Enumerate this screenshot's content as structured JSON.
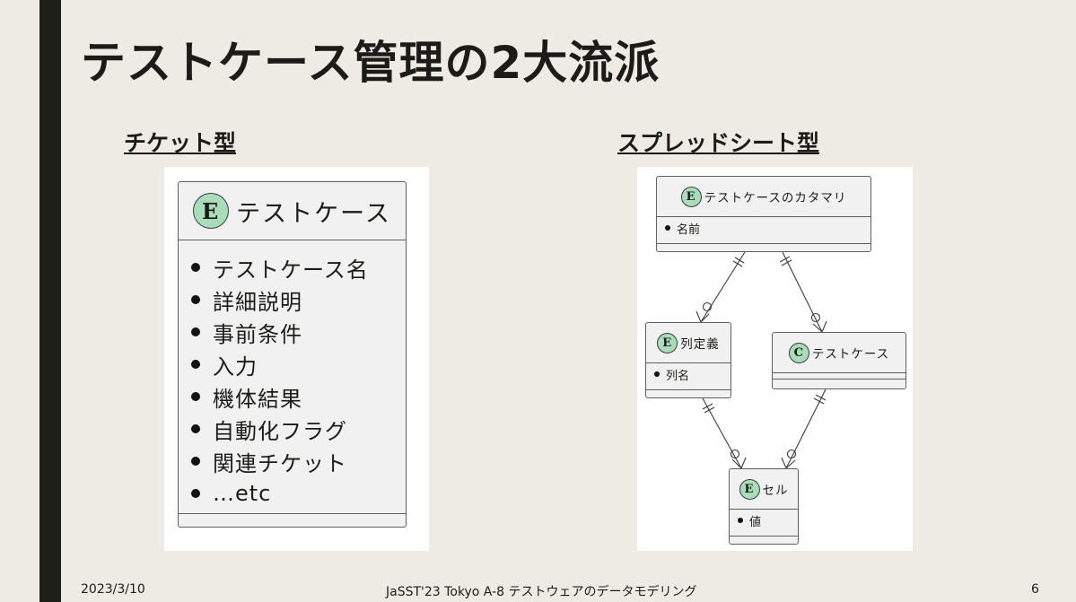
{
  "slide": {
    "title": "テストケース管理の2大流派",
    "page_number": "6"
  },
  "ticket": {
    "heading": "チケット型",
    "entity": {
      "badge": "E",
      "name": "テストケース",
      "attributes": [
        "テストケース名",
        "詳細説明",
        "事前条件",
        "入力",
        "機体結果",
        "自動化フラグ",
        "関連チケット",
        "…etc"
      ]
    }
  },
  "spreadsheet": {
    "heading": "スプレッドシート型",
    "entities": {
      "group": {
        "badge": "E",
        "name": "テストケースのカタマリ",
        "attribute": "名前"
      },
      "coldef": {
        "badge": "E",
        "name": "列定義",
        "attribute": "列名"
      },
      "testcase": {
        "badge": "C",
        "name": "テストケース"
      },
      "cell": {
        "badge": "E",
        "name": "セル",
        "attribute": "値"
      }
    }
  },
  "footer": {
    "date": "2023/3/10",
    "event": "JaSST'23 Tokyo A-8 テストウェアのデータモデリング"
  }
}
